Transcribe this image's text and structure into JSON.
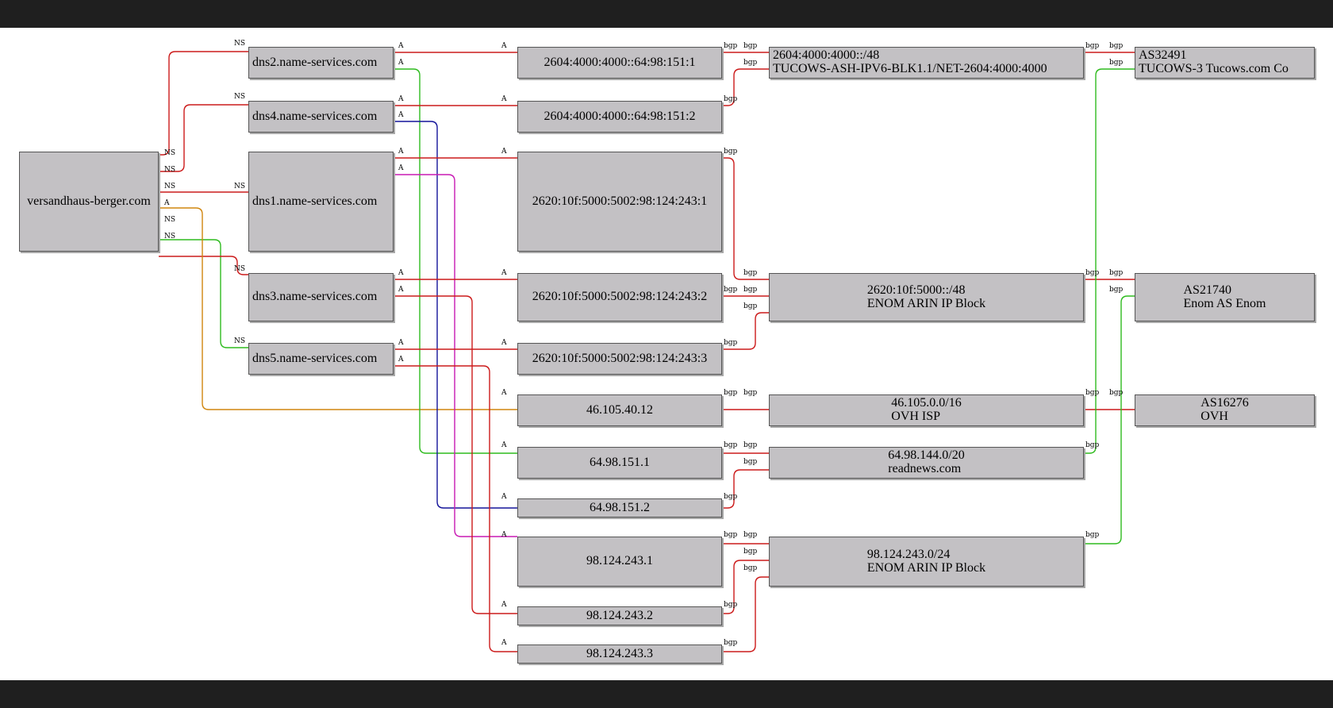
{
  "colors": {
    "red": "#cc1b1b",
    "green": "#2fbb1f",
    "blue": "#14149a",
    "magenta": "#c81ab4",
    "orange": "#d0860e",
    "node_fill": "#c3c1c4",
    "frame": "#1f1f1f"
  },
  "nodes": {
    "domain": {
      "label": "versandhaus-berger.com"
    },
    "dns2": {
      "label": "dns2.name-services.com"
    },
    "dns4": {
      "label": "dns4.name-services.com"
    },
    "dns1": {
      "label": "dns1.name-services.com"
    },
    "dns3": {
      "label": "dns3.name-services.com"
    },
    "dns5": {
      "label": "dns5.name-services.com"
    },
    "ip6_1": {
      "label": "2604:4000:4000::64:98:151:1"
    },
    "ip6_2": {
      "label": "2604:4000:4000::64:98:151:2"
    },
    "ip6_3": {
      "label": "2620:10f:5000:5002:98:124:243:1"
    },
    "ip6_4": {
      "label": "2620:10f:5000:5002:98:124:243:2"
    },
    "ip6_5": {
      "label": "2620:10f:5000:5002:98:124:243:3"
    },
    "ip4_ovh": {
      "label": "46.105.40.12"
    },
    "ip4_1": {
      "label": "64.98.151.1"
    },
    "ip4_2": {
      "label": "64.98.151.2"
    },
    "ip4_3": {
      "label": "98.124.243.1"
    },
    "ip4_4": {
      "label": "98.124.243.2"
    },
    "ip4_5": {
      "label": "98.124.243.3"
    },
    "net_tucows6": {
      "line1": "2604:4000:4000::/48",
      "line2": "TUCOWS-ASH-IPV6-BLK1.1/NET-2604:4000:4000"
    },
    "net_enom6": {
      "line1": "2620:10f:5000::/48",
      "line2": "ENOM ARIN IP Block"
    },
    "net_ovh": {
      "line1": "46.105.0.0/16",
      "line2": "OVH ISP"
    },
    "net_readnews": {
      "line1": "64.98.144.0/20",
      "line2": "readnews.com"
    },
    "net_enom4": {
      "line1": "98.124.243.0/24",
      "line2": "ENOM ARIN IP Block"
    },
    "as_tucows": {
      "line1": "AS32491",
      "line2": "TUCOWS-3 Tucows.com Co"
    },
    "as_enom": {
      "line1": "AS21740",
      "line2": "Enom AS Enom"
    },
    "as_ovh": {
      "line1": "AS16276",
      "line2": "OVH"
    }
  },
  "edge_labels": {
    "ns": "NS",
    "a": "A",
    "bgp": "bgp"
  }
}
